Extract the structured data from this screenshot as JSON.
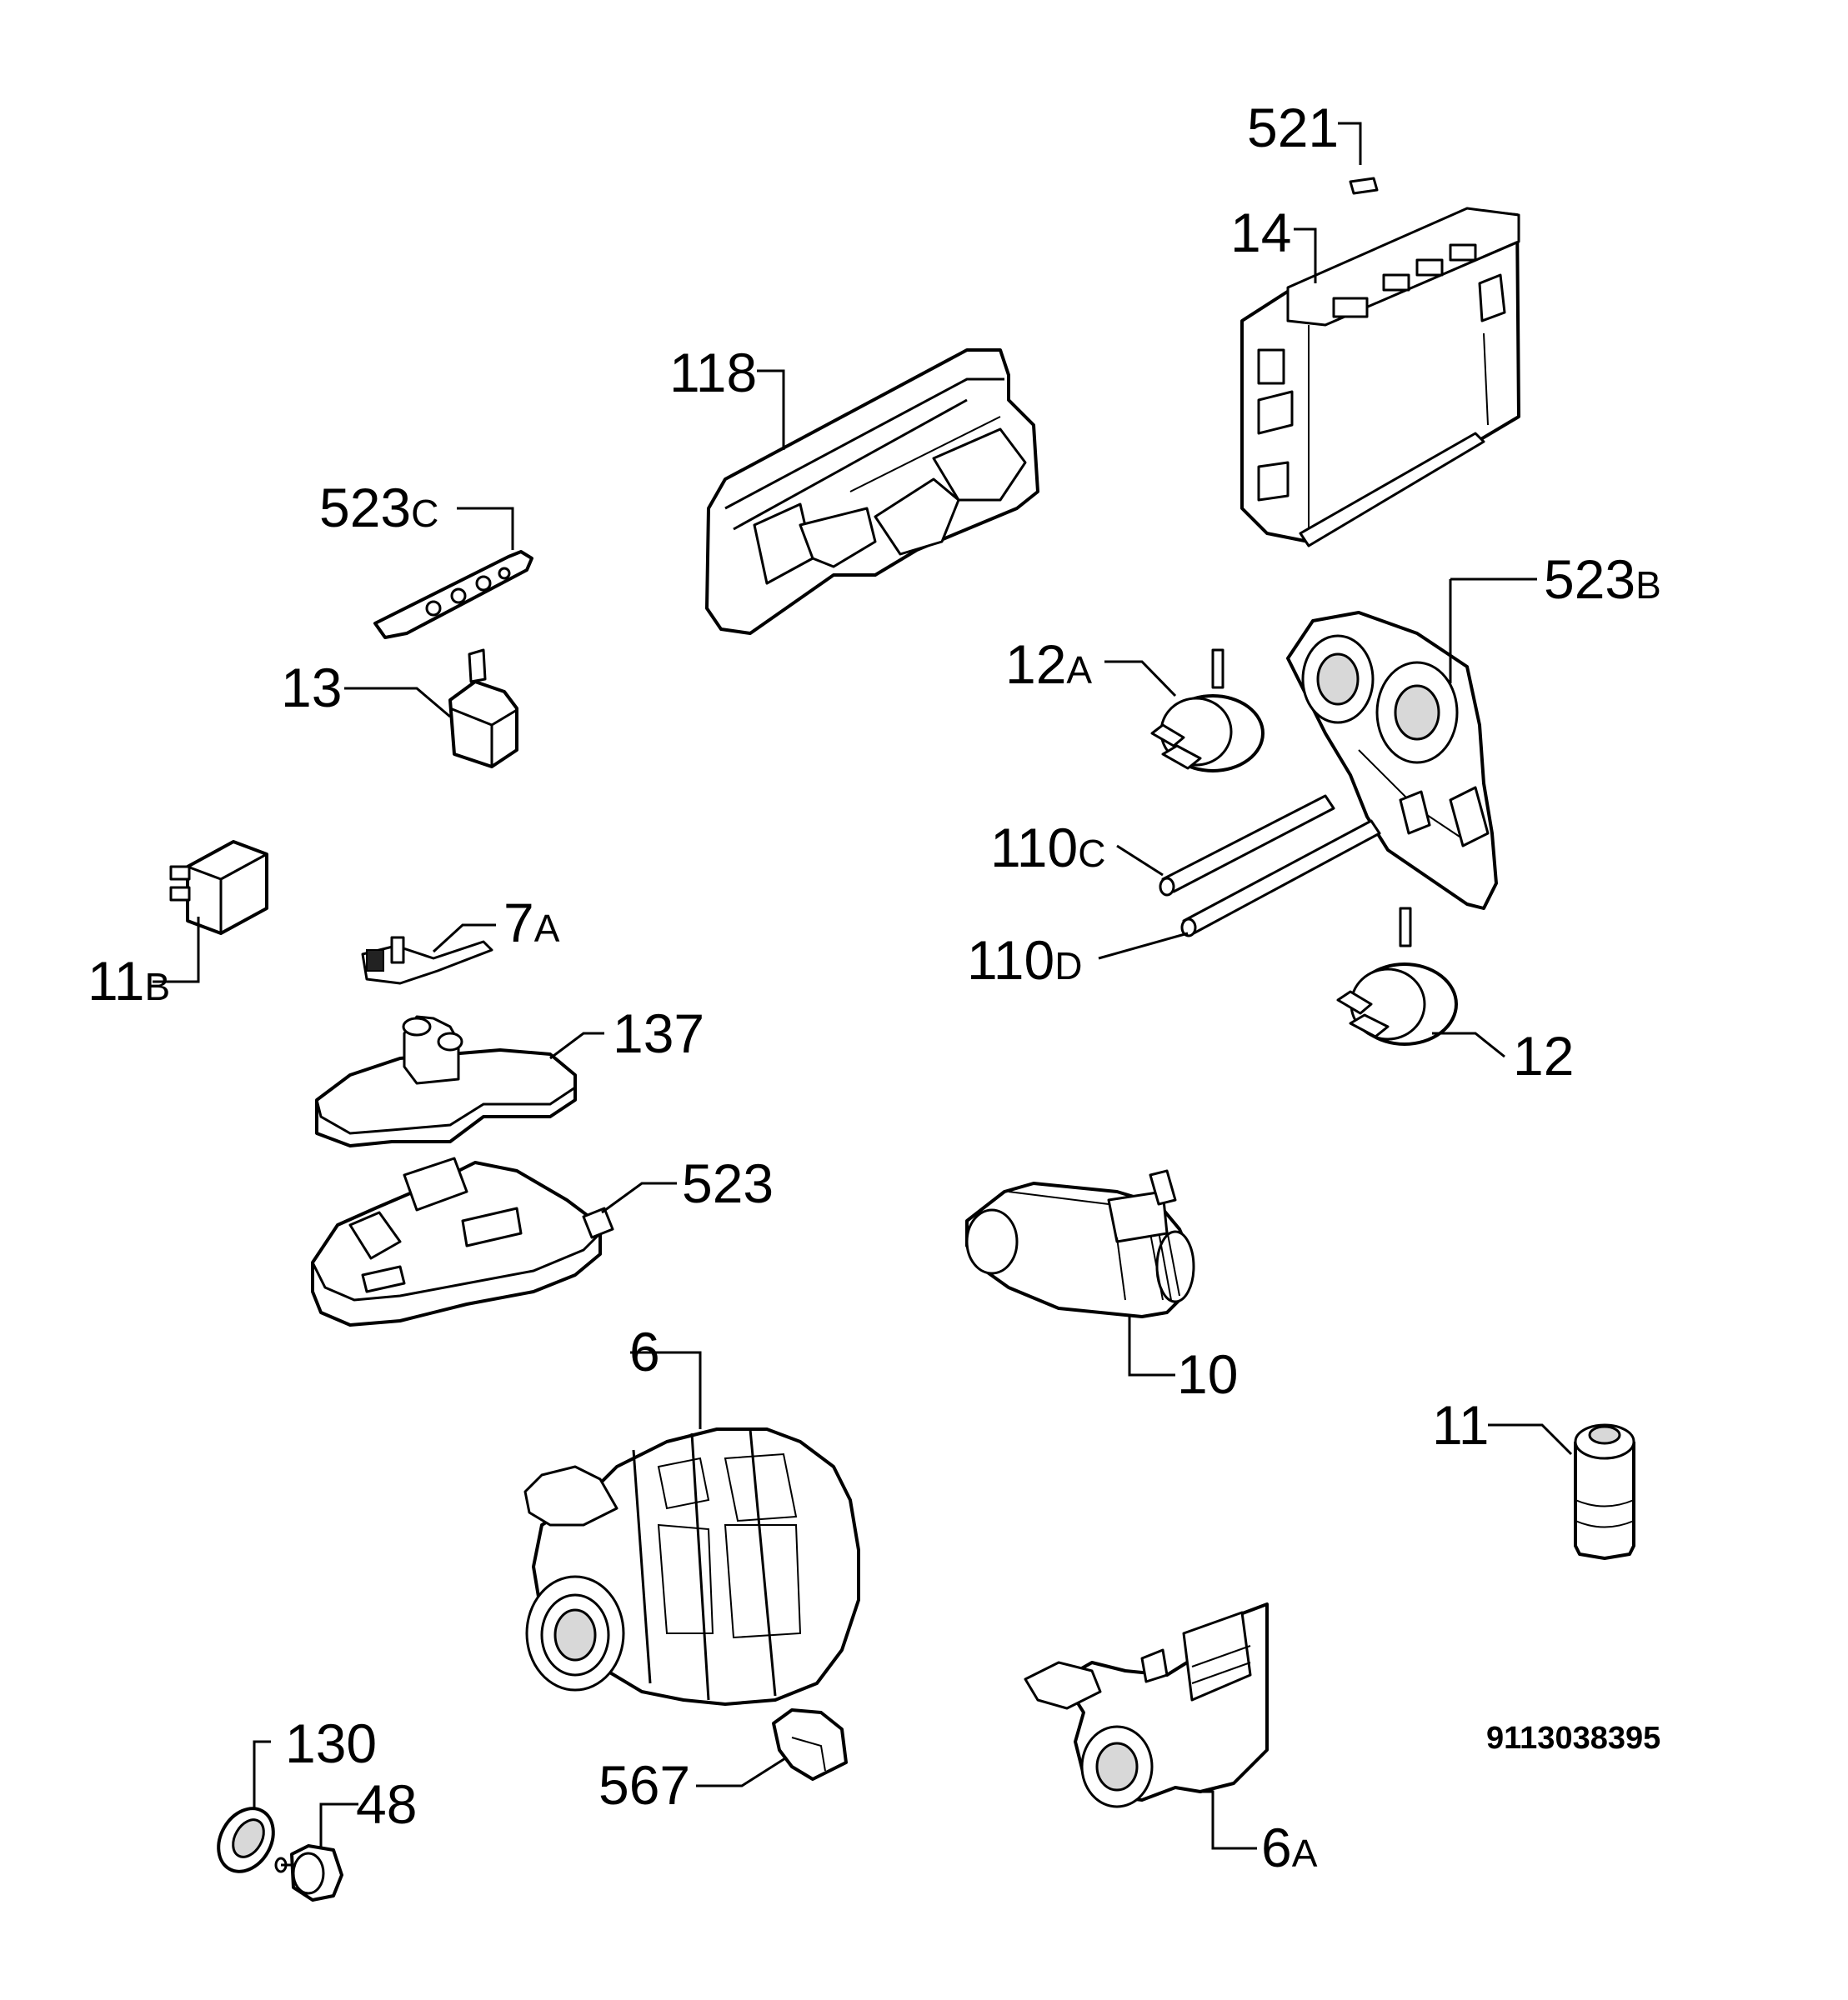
{
  "labels": {
    "p521": "521",
    "p14": "14",
    "p118": "118",
    "p523c_num": "523",
    "p523c_sfx": "C",
    "p523b_num": "523",
    "p523b_sfx": "B",
    "p13": "13",
    "p12a_num": "12",
    "p12a_sfx": "A",
    "p110c_num": "110",
    "p110c_sfx": "C",
    "p110d_num": "110",
    "p110d_sfx": "D",
    "p11b_num": "11",
    "p11b_sfx": "B",
    "p7a_num": "7",
    "p7a_sfx": "A",
    "p12": "12",
    "p137": "137",
    "p523": "523",
    "p10": "10",
    "p6": "6",
    "p11": "11",
    "p130": "130",
    "p48": "48",
    "p567": "567",
    "p6a_num": "6",
    "p6a_sfx": "A"
  },
  "diagram_code": "9113038395"
}
